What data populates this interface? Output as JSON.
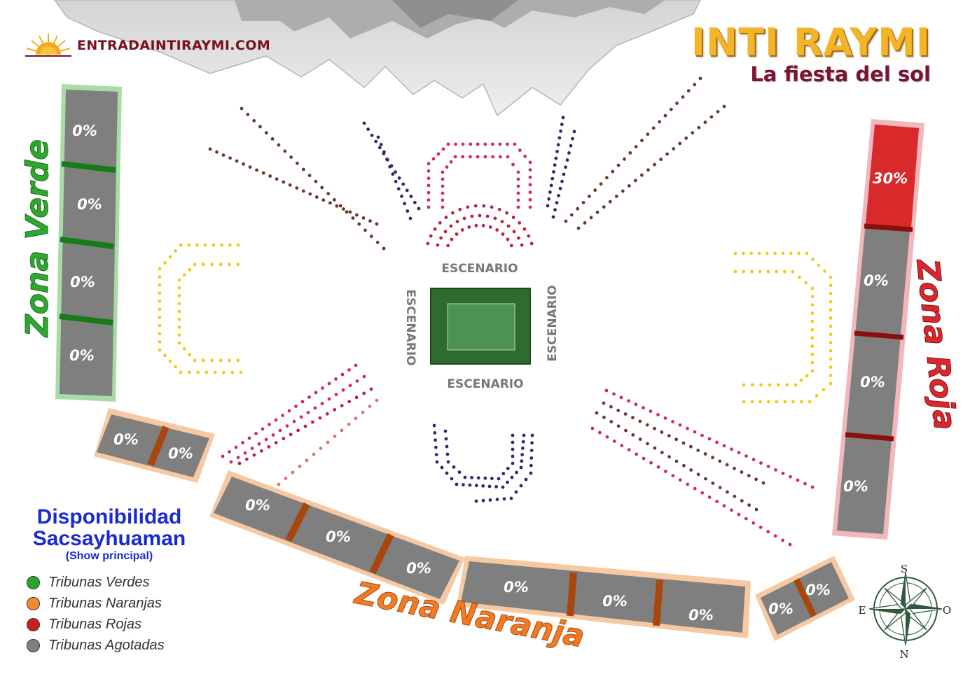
{
  "brand": {
    "site": "ENTRADAINTIRAYMI.COM"
  },
  "header": {
    "title": "INTI RAYMI",
    "subtitle": "La fiesta del sol"
  },
  "stage": {
    "labels": [
      "ESCENARIO",
      "ESCENARIO",
      "ESCENARIO",
      "ESCENARIO"
    ]
  },
  "zones": {
    "verde": {
      "name": "Zona Verde",
      "sections": [
        "0%",
        "0%",
        "0%",
        "0%"
      ]
    },
    "roja": {
      "name": "Zona Roja",
      "sections": [
        "30%",
        "0%",
        "0%",
        "0%"
      ]
    },
    "naranja": {
      "name": "Zona Naranja",
      "groups": [
        [
          "0%",
          "0%"
        ],
        [
          "0%",
          "0%",
          "0%"
        ],
        [
          "0%",
          "0%",
          "0%"
        ],
        [
          "0%",
          "0%"
        ]
      ]
    }
  },
  "compass": {
    "north": "S",
    "south": "N",
    "east": "O",
    "west": "E"
  },
  "legend": {
    "title_line1": "Disponibilidad",
    "title_line2": "Sacsayhuaman",
    "title_line3": "(Show principal)",
    "items": [
      {
        "label": "Tribunas Verdes",
        "color": "#2aa52a"
      },
      {
        "label": "Tribunas Naranjas",
        "color": "#f28a2e"
      },
      {
        "label": "Tribunas Rojas",
        "color": "#c82020"
      },
      {
        "label": "Tribunas Agotadas",
        "color": "#7f7f7f"
      }
    ]
  },
  "colors": {
    "sold_out": "#7f7f7f",
    "verde": "#2aa52a",
    "naranja": "#f28a2e",
    "roja": "#d42a2a",
    "stage": "#2e6b2e"
  }
}
